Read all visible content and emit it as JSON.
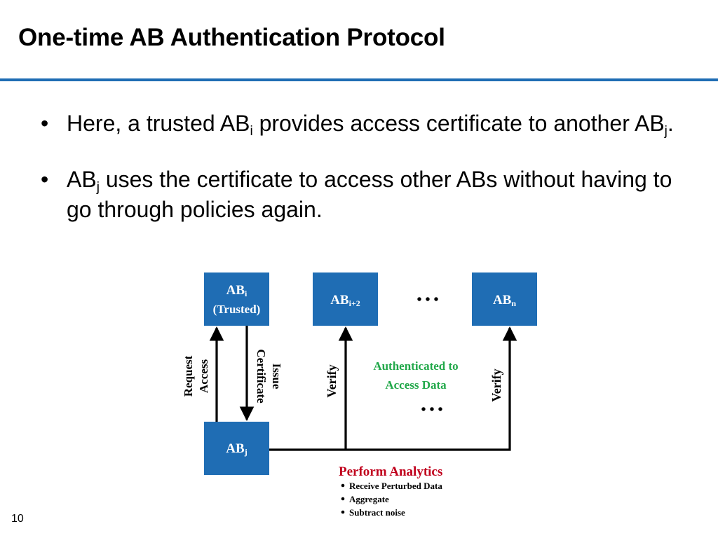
{
  "slide": {
    "title": "One-time AB Authentication Protocol",
    "page_number": "10"
  },
  "bullets": [
    {
      "marker": "•",
      "prefix": "Here, a trusted AB",
      "sub1": "i",
      "middle": " provides access certificate to another AB",
      "sub2": "j",
      "suffix": "."
    },
    {
      "marker": "•",
      "prefix": "AB",
      "sub1": "j",
      "suffix": " uses the certificate to access other ABs without having to go through policies again."
    }
  ],
  "diagram": {
    "colors": {
      "box": "#1f6db4",
      "box_text": "#ffffff",
      "green": "#22a84a",
      "red": "#c0001c",
      "arrow": "#000000"
    },
    "box_abi": {
      "main": "AB",
      "sub": "i",
      "line2": "(Trusted)"
    },
    "box_abi2": {
      "main": "AB",
      "sub": "i+2"
    },
    "box_abn": {
      "main": "AB",
      "sub": "n"
    },
    "box_abj": {
      "main": "AB",
      "sub": "j"
    },
    "ellipsis_top": "• • •",
    "ellipsis_mid": "• • •",
    "label_request": {
      "line1": "Request",
      "line2": "Access"
    },
    "label_issue": {
      "line1": "Issue",
      "line2": "Certificate"
    },
    "label_verify_left": "Verify",
    "label_verify_right": "Verify",
    "authenticated": {
      "line1": "Authenticated to",
      "line2": "Access Data"
    },
    "analytics": {
      "title": "Perform Analytics",
      "items": [
        "Receive Perturbed Data",
        "Aggregate",
        "Subtract noise"
      ]
    }
  }
}
